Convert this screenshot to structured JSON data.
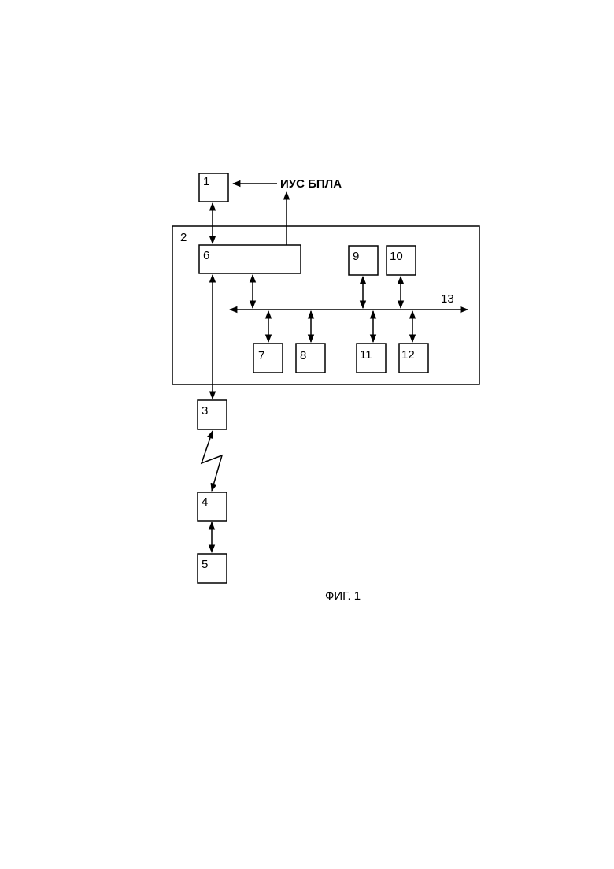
{
  "figure": {
    "caption": "ФИГ. 1",
    "external_label": "ИУС БПЛА"
  },
  "blocks": {
    "b1": "1",
    "b2": "2",
    "b3": "3",
    "b4": "4",
    "b5": "5",
    "b6": "6",
    "b7": "7",
    "b8": "8",
    "b9": "9",
    "b10": "10",
    "b11": "11",
    "b12": "12",
    "b13": "13"
  }
}
